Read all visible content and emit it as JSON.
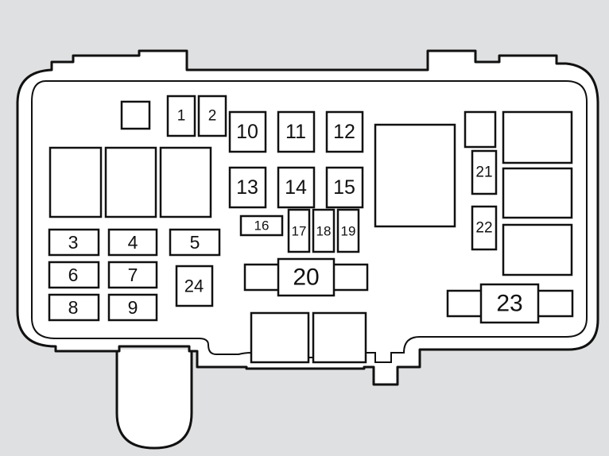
{
  "fuses": {
    "f1": "1",
    "f2": "2",
    "f3": "3",
    "f4": "4",
    "f5": "5",
    "f6": "6",
    "f7": "7",
    "f8": "8",
    "f9": "9",
    "f10": "10",
    "f11": "11",
    "f12": "12",
    "f13": "13",
    "f14": "14",
    "f15": "15",
    "f16": "16",
    "f17": "17",
    "f18": "18",
    "f19": "19",
    "f20": "20",
    "f21": "21",
    "f22": "22",
    "f23": "23",
    "f24": "24"
  }
}
